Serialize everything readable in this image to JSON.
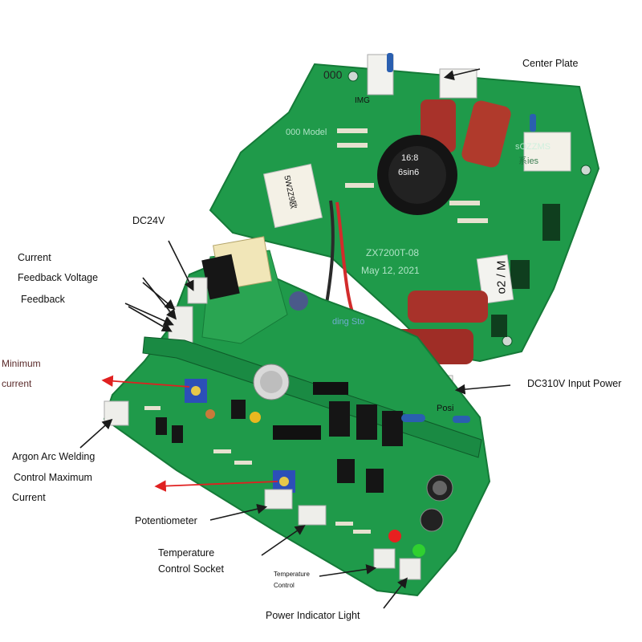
{
  "labels": {
    "center_plate": "Center Plate",
    "dc24v": "DC24V",
    "current": "Current",
    "feedback_voltage": "Feedback Voltage",
    "feedback": "Feedback",
    "minimum": "Minimum",
    "current_min": "current",
    "dc310v": "DC310V Input Power",
    "argon_line1": "Argon Arc Welding",
    "argon_line2": "Control Maximum",
    "argon_line3": "Current",
    "potentiometer": "Potentiometer",
    "temp_socket_line1": "Temperature",
    "temp_socket_line2": "Control Socket",
    "temp_control_line1": "Temperature",
    "temp_control_line2": "Control",
    "power_light": "Power Indicator Light"
  },
  "board_text": {
    "top_left": "000",
    "img": "IMG",
    "model": "000 Model",
    "series_top": "sOZZMS",
    "series_bottom": "系ies",
    "toroid_line1": "16:8",
    "toroid_line2": "6sin6",
    "model_no": "ZX7200T-08",
    "date": "May 12, 2021",
    "side_block": "o2 / M",
    "relay": "5W2Z9欧",
    "sticky": "ding Sto",
    "posi": "Posi"
  },
  "colors": {
    "pcb": "#1f9a4a",
    "pcb_edge": "#157a38",
    "capacitor": "#a8322a",
    "arrow": "#1a1a1a",
    "red_arrow": "#e02020"
  }
}
